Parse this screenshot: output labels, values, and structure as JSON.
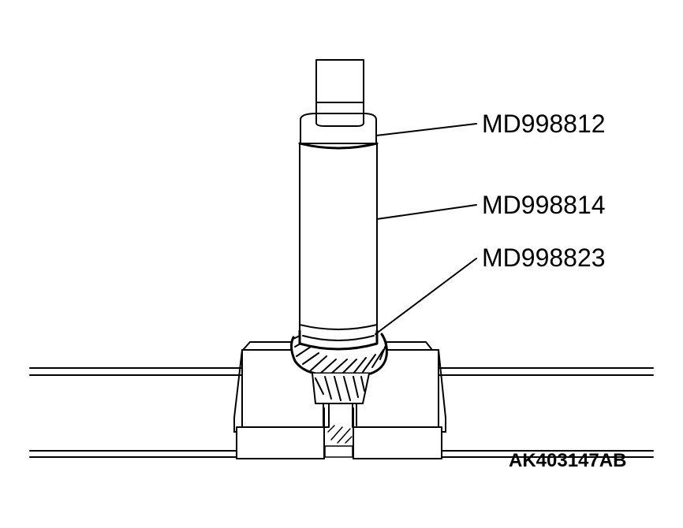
{
  "callouts": [
    {
      "label": "MD998812"
    },
    {
      "label": "MD998814"
    },
    {
      "label": "MD998823"
    }
  ],
  "figure_id": "AK403147AB",
  "colors": {
    "line": "#000000",
    "background": "#ffffff"
  }
}
